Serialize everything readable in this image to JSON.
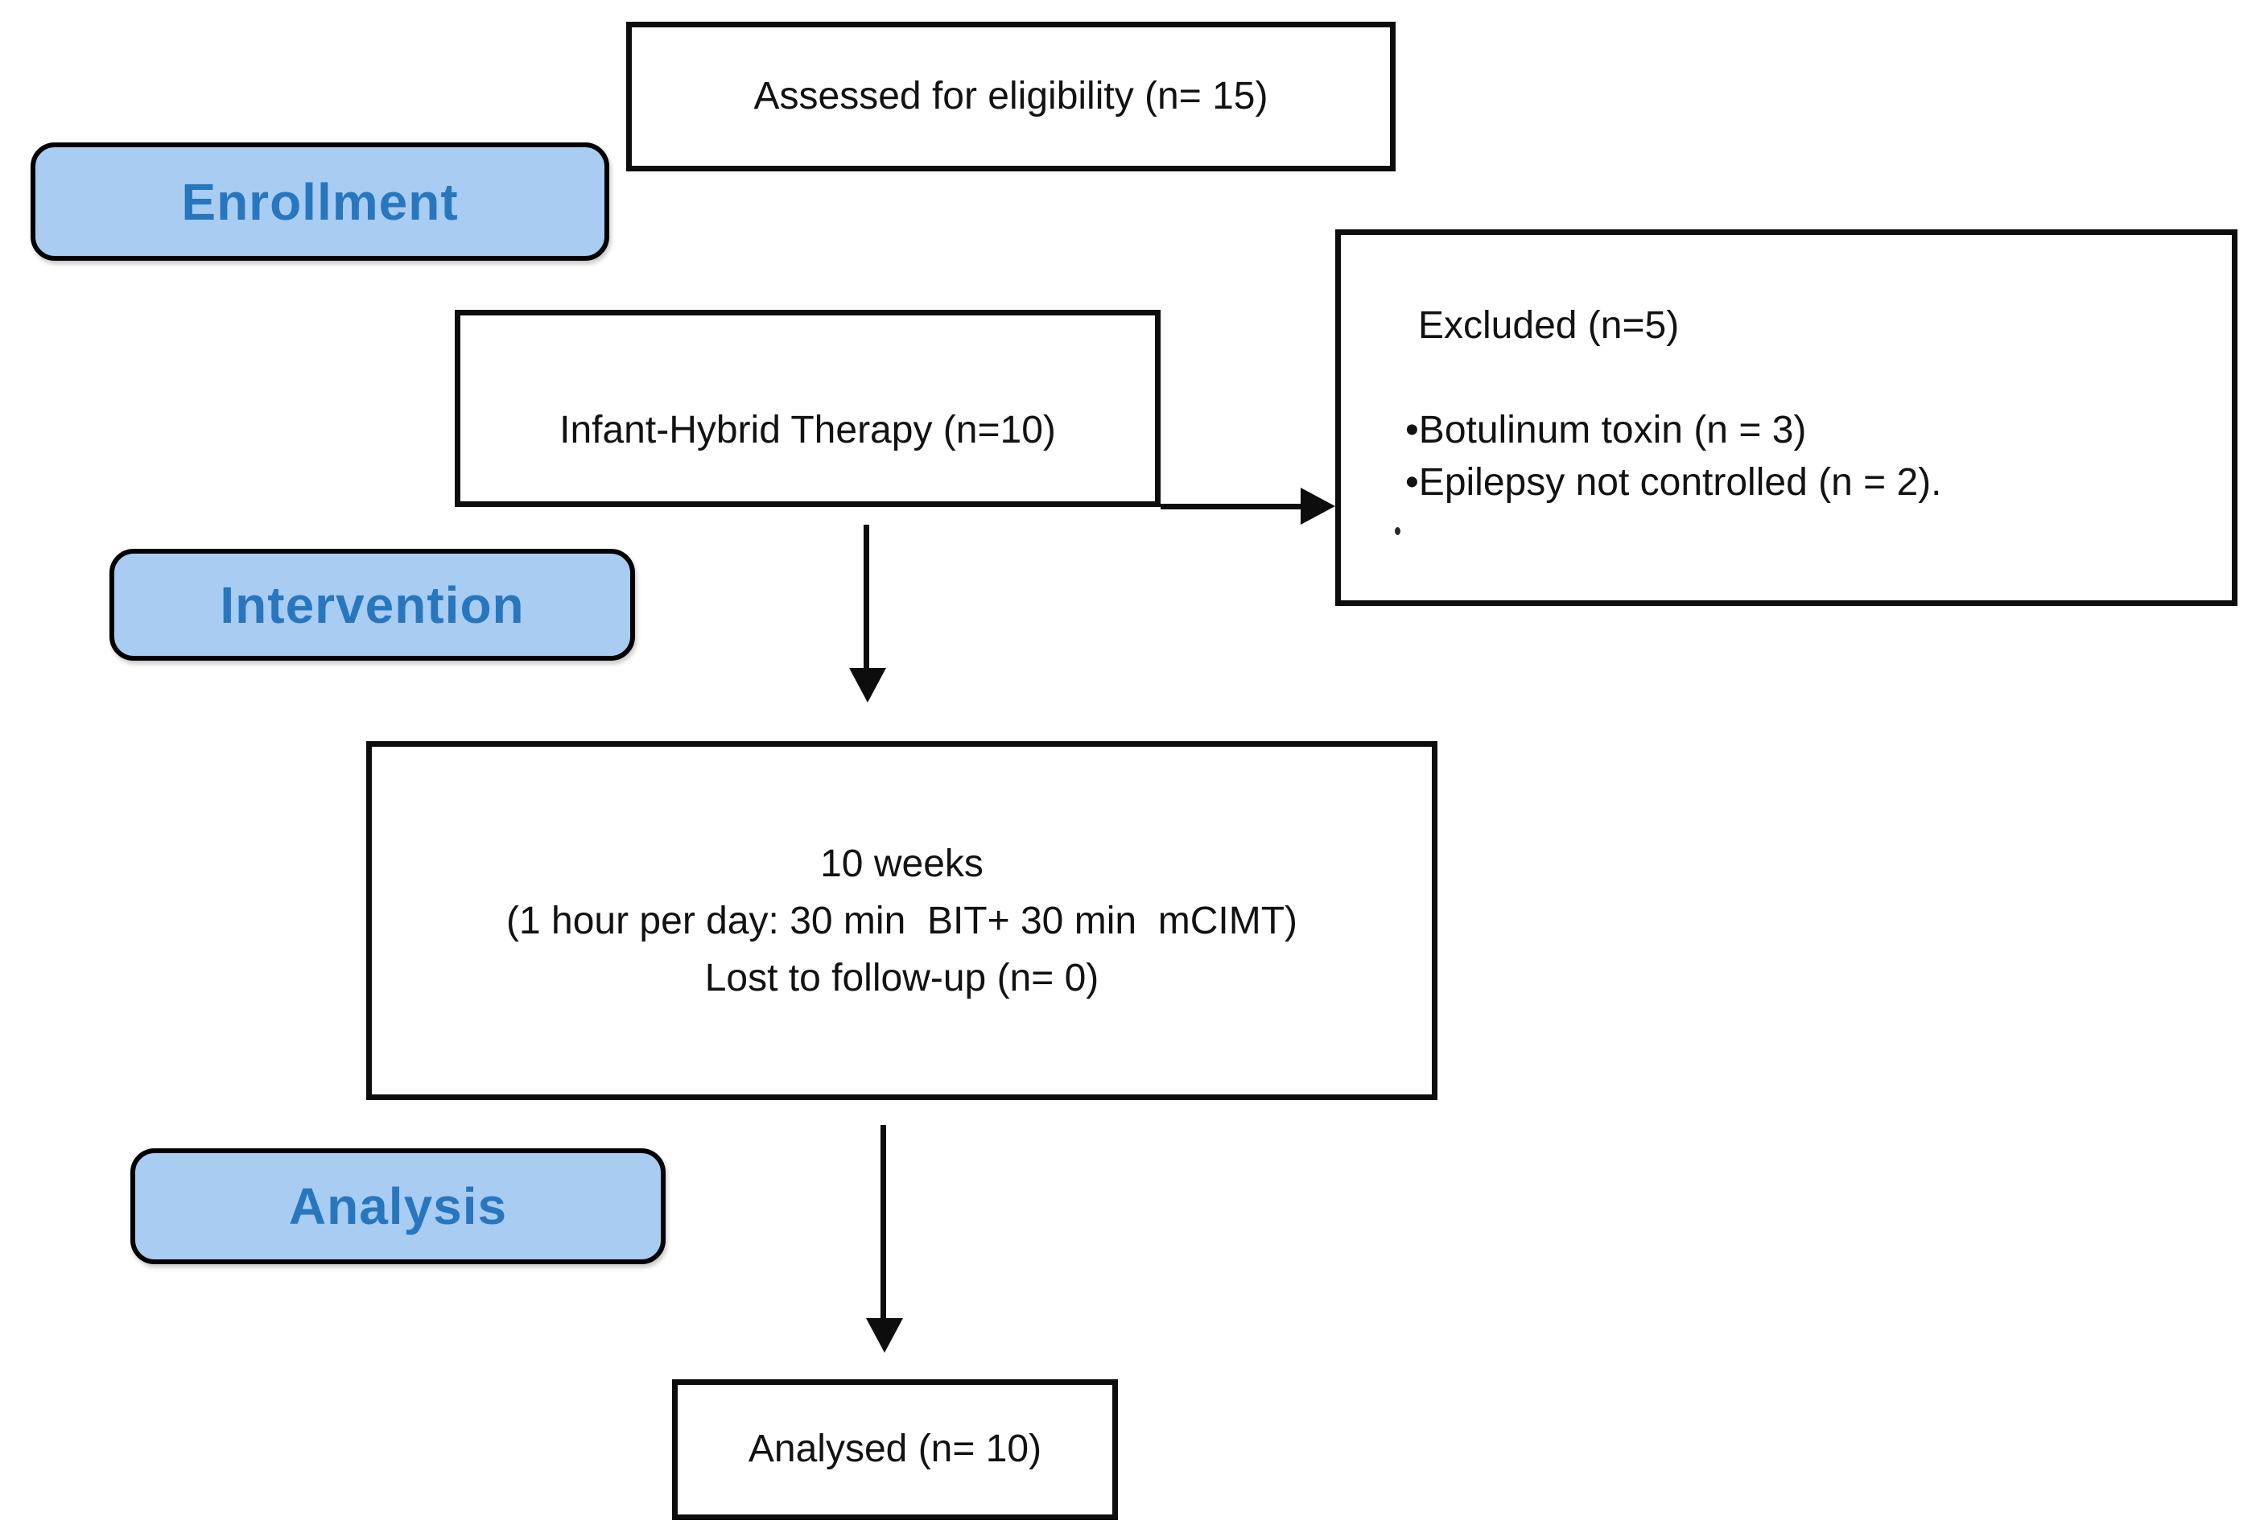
{
  "stages": [
    {
      "id": "enrollment",
      "label": "Enrollment"
    },
    {
      "id": "intervention",
      "label": "Intervention"
    },
    {
      "id": "analysis",
      "label": "Analysis"
    }
  ],
  "boxes": {
    "assessed": {
      "text": "Assessed for eligibility (n= 15)"
    },
    "therapy": {
      "text": "Infant-Hybrid Therapy (n=10)"
    },
    "excluded": {
      "title": "Excluded (n=5)",
      "items": [
        "•Botulinum toxin (n = 3)",
        "•Epilepsy not controlled (n = 2)."
      ]
    },
    "duration": {
      "lines": [
        "10 weeks",
        "(1 hour per day: 30 min  BIT+ 30 min  mCIMT)",
        "Lost to follow-up (n= 0)"
      ]
    },
    "analysed": {
      "text": "Analysed (n= 10)"
    }
  },
  "colors": {
    "stage_fill": "#A9CCF3",
    "stage_text": "#2877BE",
    "border": "#0D0D0D",
    "text": "#121212",
    "background": "#FFFFFF"
  }
}
